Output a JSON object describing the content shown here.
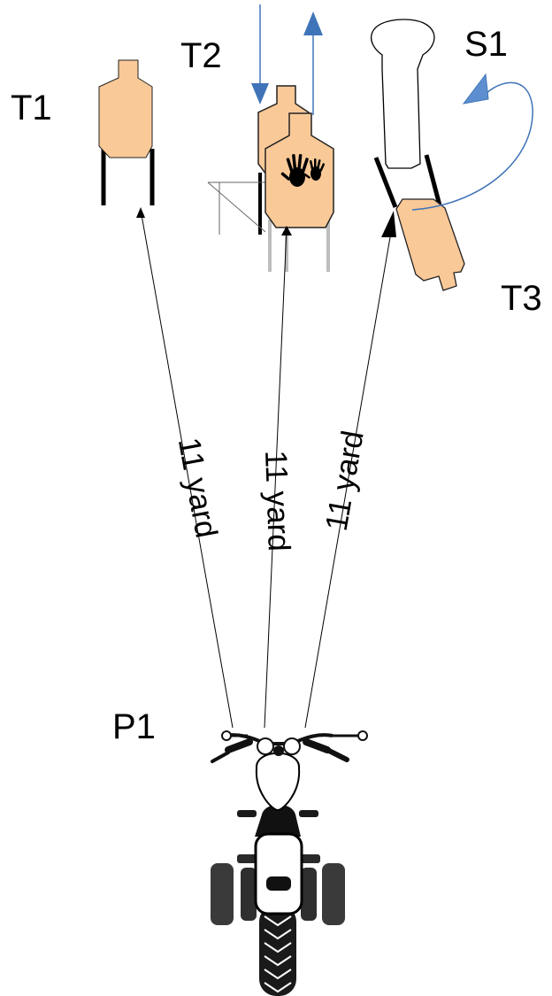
{
  "diagram": {
    "labels": {
      "t1": "T1",
      "t2": "T2",
      "t3": "T3",
      "s1": "S1",
      "p1": "P1"
    },
    "distances": {
      "to_t1": "11 yard",
      "to_t2": "11 yard",
      "to_t3": "11 yard"
    },
    "colors": {
      "target_fill": "#fac998",
      "target_stroke": "#222222",
      "stand": "#000000",
      "stand_gray": "#bdbdbd",
      "motion_arrow": "#3f74b8",
      "line": "#000000"
    },
    "icons": {
      "no_shoot_marker": "hands-icon",
      "shooting_position": "motorcycle-icon",
      "swinger": "swinger-icon"
    }
  }
}
